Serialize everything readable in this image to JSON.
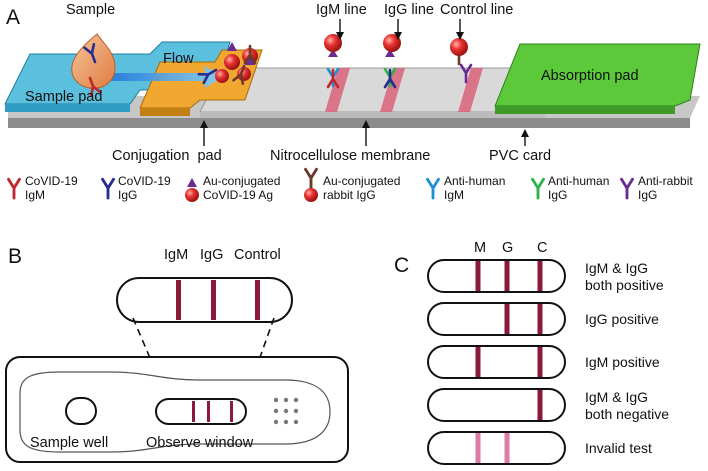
{
  "panels": {
    "a": "A",
    "b": "B",
    "c": "C"
  },
  "panel_a": {
    "sample": "Sample",
    "flow": "Flow",
    "sample_pad": "Sample pad",
    "absorption_pad": "Absorption pad",
    "igm_line": "IgM line",
    "igg_line": "IgG line",
    "control_line": "Control line",
    "conjugation_pad": "Conjugation  pad",
    "membrane": "Nitrocellulose membrane",
    "pvc_card": "PVC card"
  },
  "legend": [
    {
      "line1": "CoVID-19",
      "line2": "IgM",
      "icon": "y-antibody",
      "color": "#c0272d"
    },
    {
      "line1": "CoVID-19",
      "line2": "IgG",
      "icon": "y-antibody",
      "color": "#262d8c"
    },
    {
      "line1": "Au-conjugated",
      "line2": "CoVID-19 Ag",
      "icon": "gold-particle-antigen",
      "color": "#6a2c91"
    },
    {
      "line1": "Au-conjugated",
      "line2": "rabbit IgG",
      "icon": "gold-particle-antibody",
      "color": "#6b3a2a"
    },
    {
      "line1": "Anti-human",
      "line2": "IgM",
      "icon": "y-antibody",
      "color": "#1f8fd6"
    },
    {
      "line1": "Anti-human",
      "line2": "IgG",
      "icon": "y-antibody",
      "color": "#2db34a"
    },
    {
      "line1": "Anti-rabbit",
      "line2": "IgG",
      "icon": "y-antibody",
      "color": "#6a2c91"
    }
  ],
  "panel_b": {
    "igm": "IgM",
    "igg": "IgG",
    "control": "Control",
    "sample_well": "Sample well",
    "observe_window": "Observe window"
  },
  "panel_c": {
    "headers": {
      "m": "M",
      "g": "G",
      "c": "C"
    },
    "results": [
      {
        "line1": "IgM & IgG",
        "line2": "both positive",
        "m": true,
        "g": true,
        "c": true,
        "invalid": false
      },
      {
        "line1": "IgG positive",
        "line2": "",
        "m": false,
        "g": true,
        "c": true,
        "invalid": false
      },
      {
        "line1": "IgM positive",
        "line2": "",
        "m": true,
        "g": false,
        "c": true,
        "invalid": false
      },
      {
        "line1": "IgM & IgG",
        "line2": "both negative",
        "m": false,
        "g": false,
        "c": true,
        "invalid": false
      },
      {
        "line1": "Invalid test",
        "line2": "",
        "m": true,
        "g": true,
        "c": false,
        "invalid": true
      }
    ]
  },
  "colors": {
    "sample_pad": "#5bc0de",
    "conjugation_pad": "#f0a830",
    "membrane": "#d9d9d9",
    "absorption_pad": "#5cc93b",
    "pvc_card": "#8c8c8c",
    "test_line": "#8b1a3a",
    "invalid_line": "#e07aa8",
    "gold": "#e8312f"
  }
}
